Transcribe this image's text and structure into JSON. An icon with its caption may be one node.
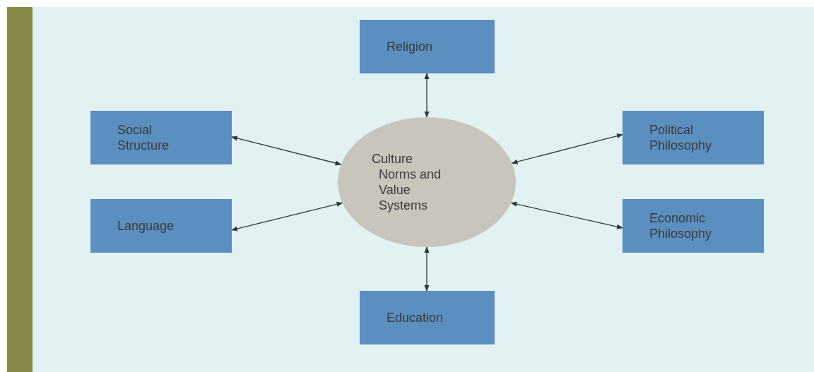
{
  "diagram": {
    "nodes": [
      {
        "text": [
          "Religion"
        ]
      },
      {
        "text": [
          "Social Structure"
        ]
      },
      {
        "text": [
          "Culture",
          "Norms and Value Systems"
        ]
      },
      {
        "text": [
          "Political Philosophy"
        ]
      },
      {
        "text": [
          "Language"
        ]
      },
      {
        "text": [
          "Economic Philosophy"
        ]
      },
      {
        "text": [
          "Education"
        ]
      }
    ],
    "edges": [
      {
        "from": 0,
        "to": 2,
        "arrow": "both"
      },
      {
        "from": 1,
        "to": 2,
        "arrow": "both"
      },
      {
        "from": 3,
        "to": 2,
        "arrow": "both"
      },
      {
        "from": 4,
        "to": 2,
        "arrow": "both"
      },
      {
        "from": 5,
        "to": 2,
        "arrow": "both"
      },
      {
        "from": 6,
        "to": 2,
        "arrow": "both"
      }
    ]
  }
}
